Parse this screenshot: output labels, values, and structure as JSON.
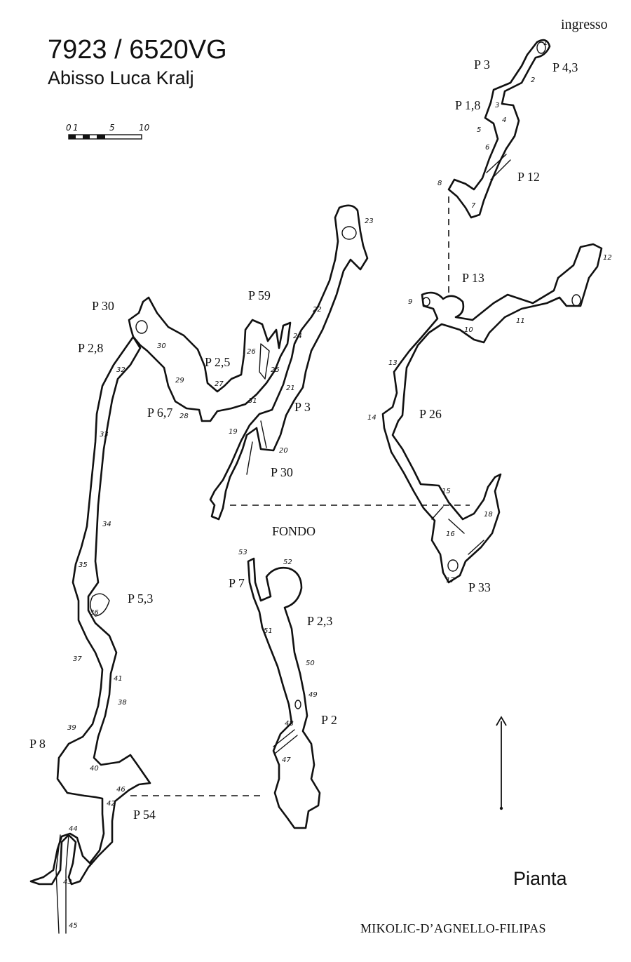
{
  "header": {
    "cave_number": "7923 / 6520VG",
    "cave_name": "Abisso Luca Kralj"
  },
  "entrance_label": "ingresso",
  "plan_label": "Pianta",
  "authors": "MIKOLIC-D’AGNELLO-FILIPAS",
  "scale_bar": {
    "ticks": [
      "0",
      "1",
      "5",
      "10"
    ]
  },
  "bottom_label": "FONDO",
  "shaft_labels": [
    "P 3",
    "P 4,3",
    "P 1,8",
    "P 12",
    "P 13",
    "P 59",
    "P 30",
    "P 2,8",
    "P 2,5",
    "P 6,7",
    "P 3",
    "P 26",
    "P 30",
    "P 33",
    "P 7",
    "P 2,3",
    "P 5,3",
    "P 2",
    "P 8",
    "P 54"
  ],
  "stations": [
    "1",
    "2",
    "3",
    "4",
    "5",
    "6",
    "7",
    "8",
    "9",
    "10",
    "11",
    "12",
    "13",
    "14",
    "15",
    "16",
    "17",
    "18",
    "19",
    "20",
    "21",
    "22",
    "23",
    "24",
    "25",
    "26",
    "27",
    "28",
    "29",
    "30",
    "31",
    "32",
    "33",
    "34",
    "35",
    "36",
    "37",
    "38",
    "39",
    "40",
    "41",
    "42",
    "43",
    "44",
    "45",
    "46",
    "47",
    "48",
    "49",
    "50",
    "51",
    "52",
    "53"
  ],
  "north_arrow_icon": "north-arrow-icon"
}
